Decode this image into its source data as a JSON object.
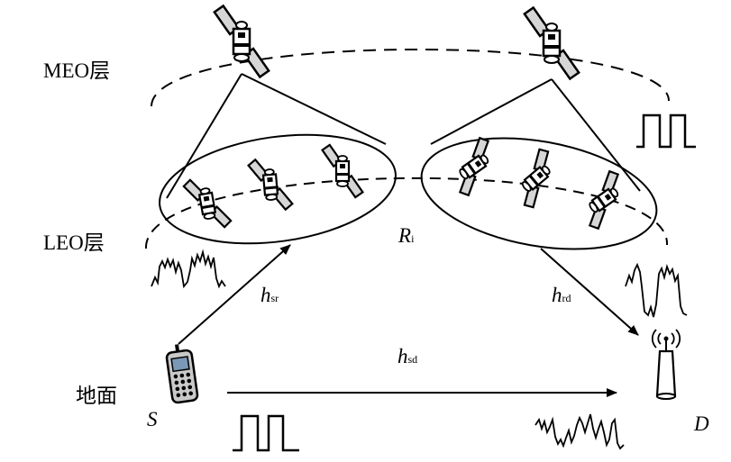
{
  "layers": {
    "meo": "MEO层",
    "leo": "LEO层",
    "ground": "地面"
  },
  "nodes": {
    "source": "S",
    "destination": "D",
    "relay": {
      "symbol": "R",
      "sub": "i"
    }
  },
  "links": {
    "sr": {
      "symbol": "h",
      "sub": "sr"
    },
    "rd": {
      "symbol": "h",
      "sub": "rd"
    },
    "sd": {
      "symbol": "h",
      "sub": "sd"
    }
  },
  "icons": {
    "satellite": "satellite-icon",
    "phone": "mobile-phone-icon",
    "antenna": "antenna-tower-icon",
    "square_wave": "square-wave-signal-icon",
    "noisy_signal": "noisy-signal-icon"
  }
}
